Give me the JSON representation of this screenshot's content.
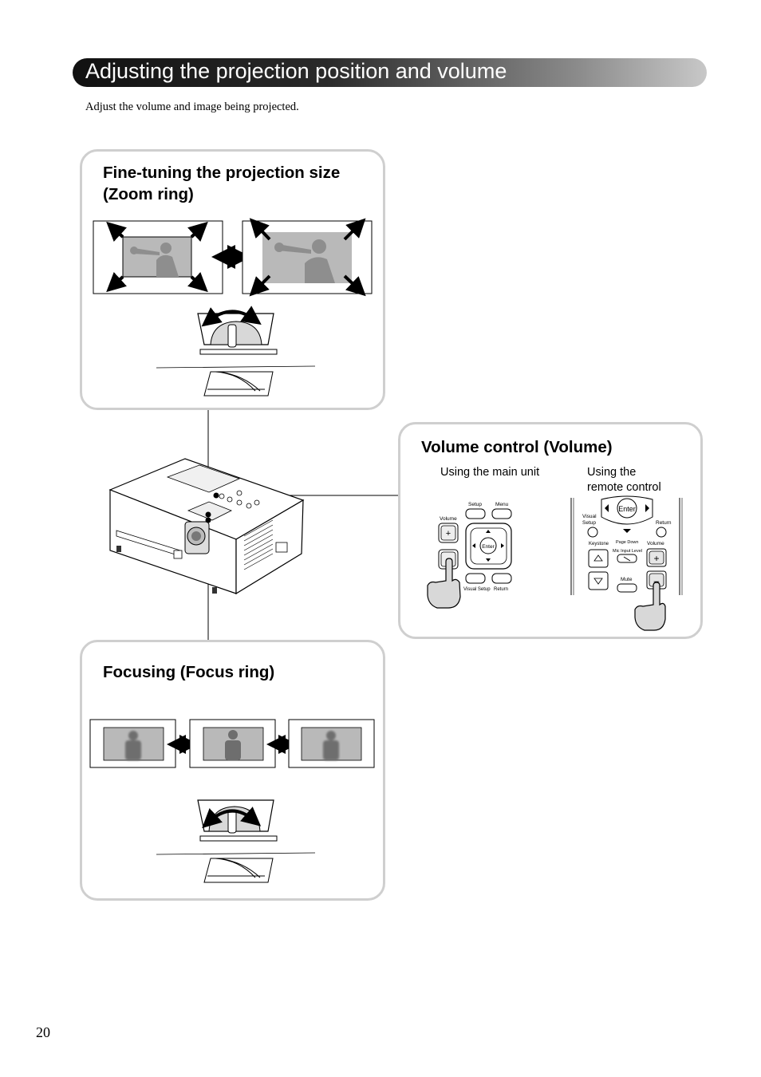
{
  "header": {
    "title": "Adjusting the projection position and volume"
  },
  "intro": "Adjust the volume and image being projected.",
  "zoom_panel": {
    "title_line1": "Fine-tuning the projection size",
    "title_line2": "(Zoom ring)"
  },
  "volume_panel": {
    "title": "Volume control (Volume)",
    "main_unit_label": "Using the main unit",
    "remote_label_line1": "Using the",
    "remote_label_line2": "remote control",
    "main_unit_buttons": {
      "volume": "Volume",
      "setup": "Setup",
      "menu": "Menu",
      "enter": "Enter",
      "visual_setup": "Visual Setup",
      "return": "Return",
      "plus": "+",
      "minus": "–"
    },
    "remote_buttons": {
      "enter": "Enter",
      "visual": "Visual",
      "setup": "Setup",
      "return": "Return",
      "keystone": "Keystone",
      "page_down": "Page Down",
      "mic_input_level": "Mic Input Level",
      "volume": "Volume",
      "mute": "Mute",
      "plus": "+",
      "minus": "–"
    }
  },
  "focus_panel": {
    "title": "Focusing (Focus ring)"
  },
  "page_number": "20"
}
